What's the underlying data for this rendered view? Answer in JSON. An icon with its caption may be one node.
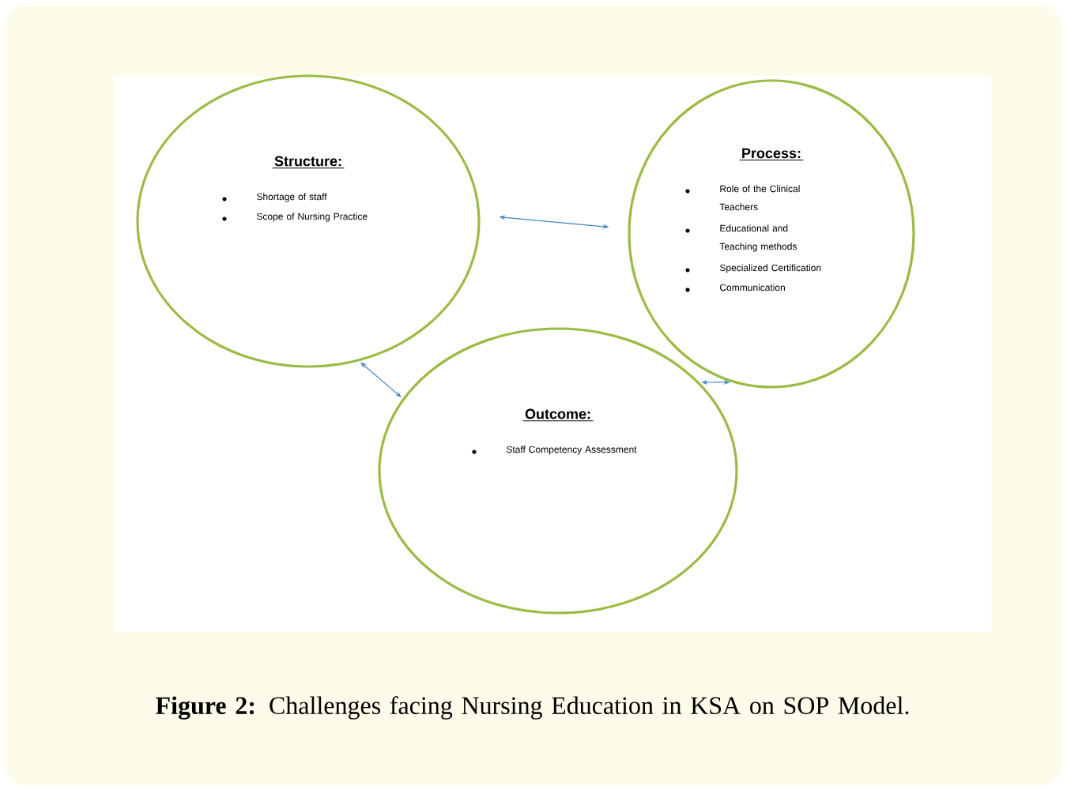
{
  "diagram": {
    "caption": "**Figure 2:** Challenges facing Nursing Education in KSA on SOP Model.",
    "nodes": [
      {
        "text": [
          "Structure:",
          "Shortage of staff",
          "Scope of Nursing Practice"
        ]
      },
      {
        "text": [
          "Process:",
          "Role of the Clinical Teachers",
          "Educational and Teaching methods",
          "Specialized Certification",
          "Communication"
        ]
      },
      {
        "text": [
          "Outcome:",
          "Staff Competency Assessment"
        ]
      }
    ],
    "edges": [
      {
        "from": 0,
        "to": 1,
        "arrow": "both"
      },
      {
        "from": 0,
        "to": 2,
        "arrow": "both"
      },
      {
        "from": 1,
        "to": 2,
        "arrow": "both"
      }
    ]
  }
}
